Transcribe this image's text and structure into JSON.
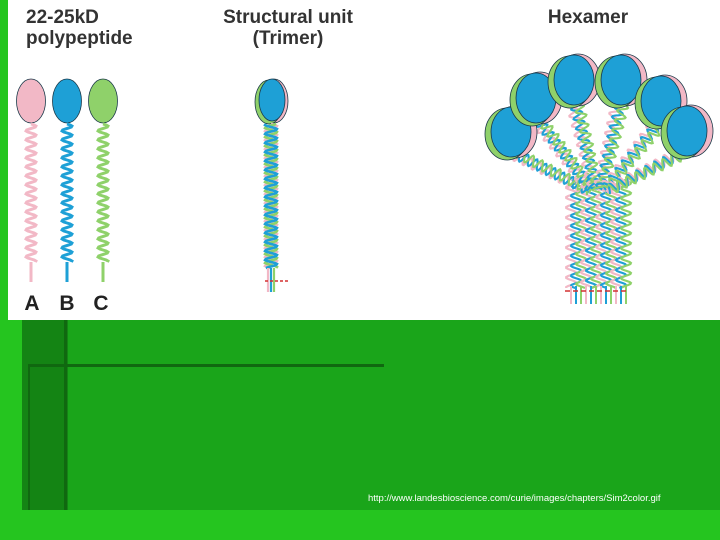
{
  "headers": {
    "polypeptide": [
      "22-25kD",
      "polypeptide"
    ],
    "structural_unit": [
      "Structural unit",
      "(Trimer)"
    ],
    "hexamer": "Hexamer"
  },
  "chains": {
    "a": {
      "label": "A",
      "color": "#f2b8c6"
    },
    "b": {
      "label": "B",
      "color": "#1ea0d6"
    },
    "c": {
      "label": "C",
      "color": "#8fd16a"
    }
  },
  "source_url": "http://www.landesbioscience.com/curie/images/chapters/Sim2color.gif",
  "colors": {
    "slide_background": "#1aa51a",
    "slide_dark_green": "#148414",
    "slide_light_green": "#25c51f",
    "panel": "#ffffff",
    "outline": "#1b3a4a",
    "marker": "#d43030"
  }
}
